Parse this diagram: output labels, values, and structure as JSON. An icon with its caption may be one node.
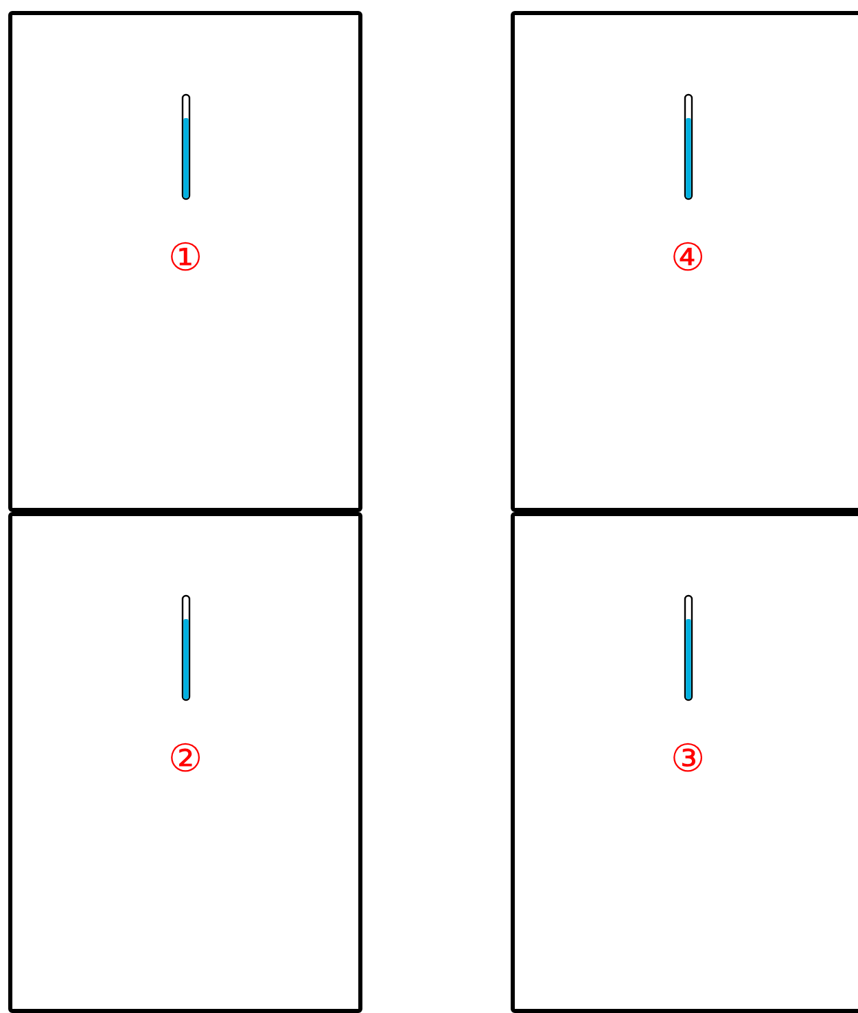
{
  "diagram": {
    "nodes": [
      {
        "text": [
          "①"
        ]
      },
      {
        "text": [
          "④"
        ]
      },
      {
        "text": [
          "②"
        ]
      },
      {
        "text": [
          "③"
        ]
      }
    ]
  }
}
